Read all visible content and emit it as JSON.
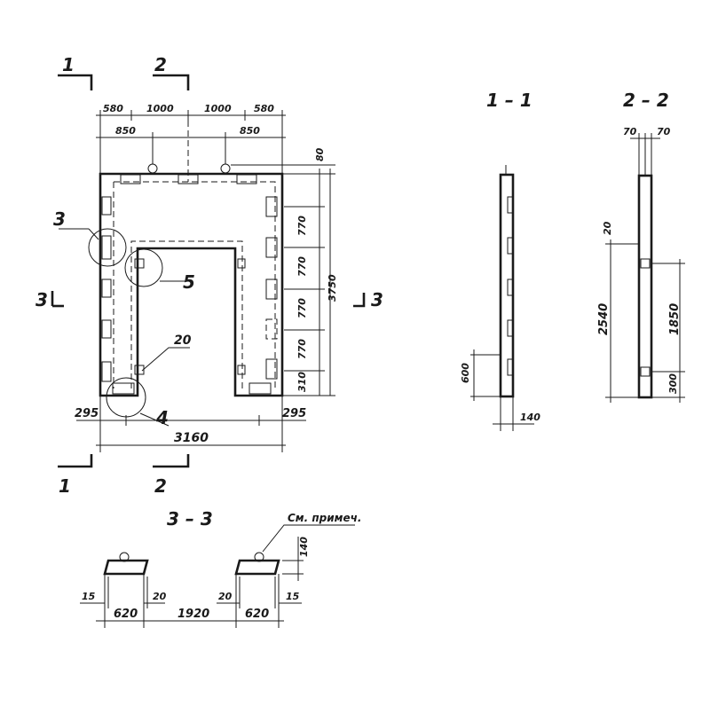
{
  "plan": {
    "dims_top_outer": [
      "580",
      "1000",
      "1000",
      "580"
    ],
    "dims_top_inner": [
      "850",
      "850"
    ],
    "dim_right_top": "80",
    "dims_right_spacing": [
      "770",
      "770",
      "770",
      "770",
      "310"
    ],
    "dim_total_height": "3750",
    "dim_bottom_left": "295",
    "dim_bottom_right": "295",
    "dim_total_width": "3160",
    "callouts": [
      "3",
      "5",
      "20",
      "4"
    ],
    "cut_marks": [
      "1",
      "2",
      "3",
      "3",
      "1",
      "2"
    ]
  },
  "section_11": {
    "title": "1 – 1",
    "dim_600": "600",
    "dim_140": "140"
  },
  "section_22": {
    "title": "2 – 2",
    "dims_top": [
      "70",
      "70"
    ],
    "dim_20": "20",
    "dim_2540": "2540",
    "dim_1850": "1850",
    "dim_300": "300"
  },
  "section_33": {
    "title": "3 – 3",
    "note": "См. примеч.",
    "dim_140": "140",
    "dims_bottom": [
      "620",
      "1920",
      "620"
    ],
    "dims_small": [
      "15",
      "20",
      "20",
      "15"
    ]
  }
}
